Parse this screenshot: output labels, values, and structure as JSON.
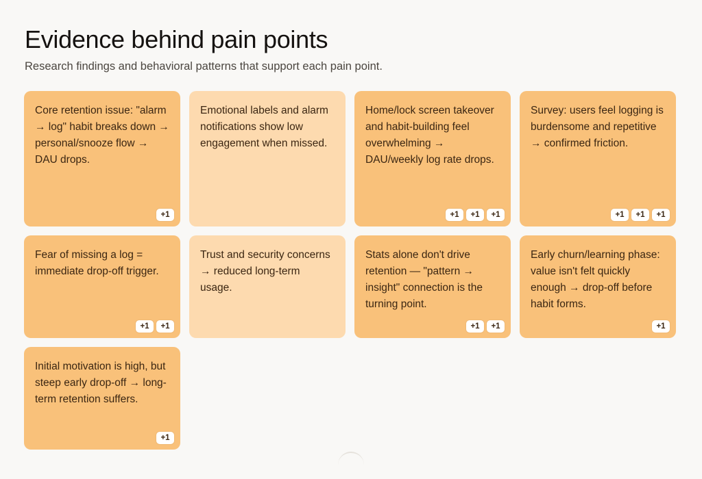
{
  "header": {
    "title": "Evidence behind pain points",
    "subtitle": "Research findings and behavioral patterns that support each pain point."
  },
  "colors": {
    "card": "#f9c17a",
    "card_light": "#fddaaf",
    "background": "#f9f8f6"
  },
  "cards": [
    {
      "text": "Core retention issue: \"alarm → log\" habit breaks down → personal/snooze flow → DAU drops.",
      "badges": [
        "+1"
      ],
      "tone": "dark"
    },
    {
      "text": "Emotional labels and alarm notifications show low engagement when missed.",
      "badges": [],
      "tone": "light"
    },
    {
      "text": "Home/lock screen takeover and habit-building feel overwhelming → DAU/weekly log rate drops.",
      "badges": [
        "+1",
        "+1",
        "+1"
      ],
      "tone": "dark"
    },
    {
      "text": "Survey: users feel logging is burdensome and repetitive → confirmed friction.",
      "badges": [
        "+1",
        "+1",
        "+1"
      ],
      "tone": "dark"
    },
    {
      "text": "Fear of missing a log = immediate drop-off trigger.",
      "badges": [
        "+1",
        "+1"
      ],
      "tone": "dark"
    },
    {
      "text": "Trust and security concerns → reduced long-term usage.",
      "badges": [],
      "tone": "light"
    },
    {
      "text": "Stats alone don't drive retention — \"pattern → insight\" connection is the turning point.",
      "badges": [
        "+1",
        "+1"
      ],
      "tone": "dark"
    },
    {
      "text": "Early churn/learning phase: value isn't felt quickly enough → drop-off before habit forms.",
      "badges": [
        "+1"
      ],
      "tone": "dark"
    },
    {
      "text": "Initial motivation is high, but steep early drop-off → long-term retention suffers.",
      "badges": [
        "+1"
      ],
      "tone": "dark"
    }
  ]
}
